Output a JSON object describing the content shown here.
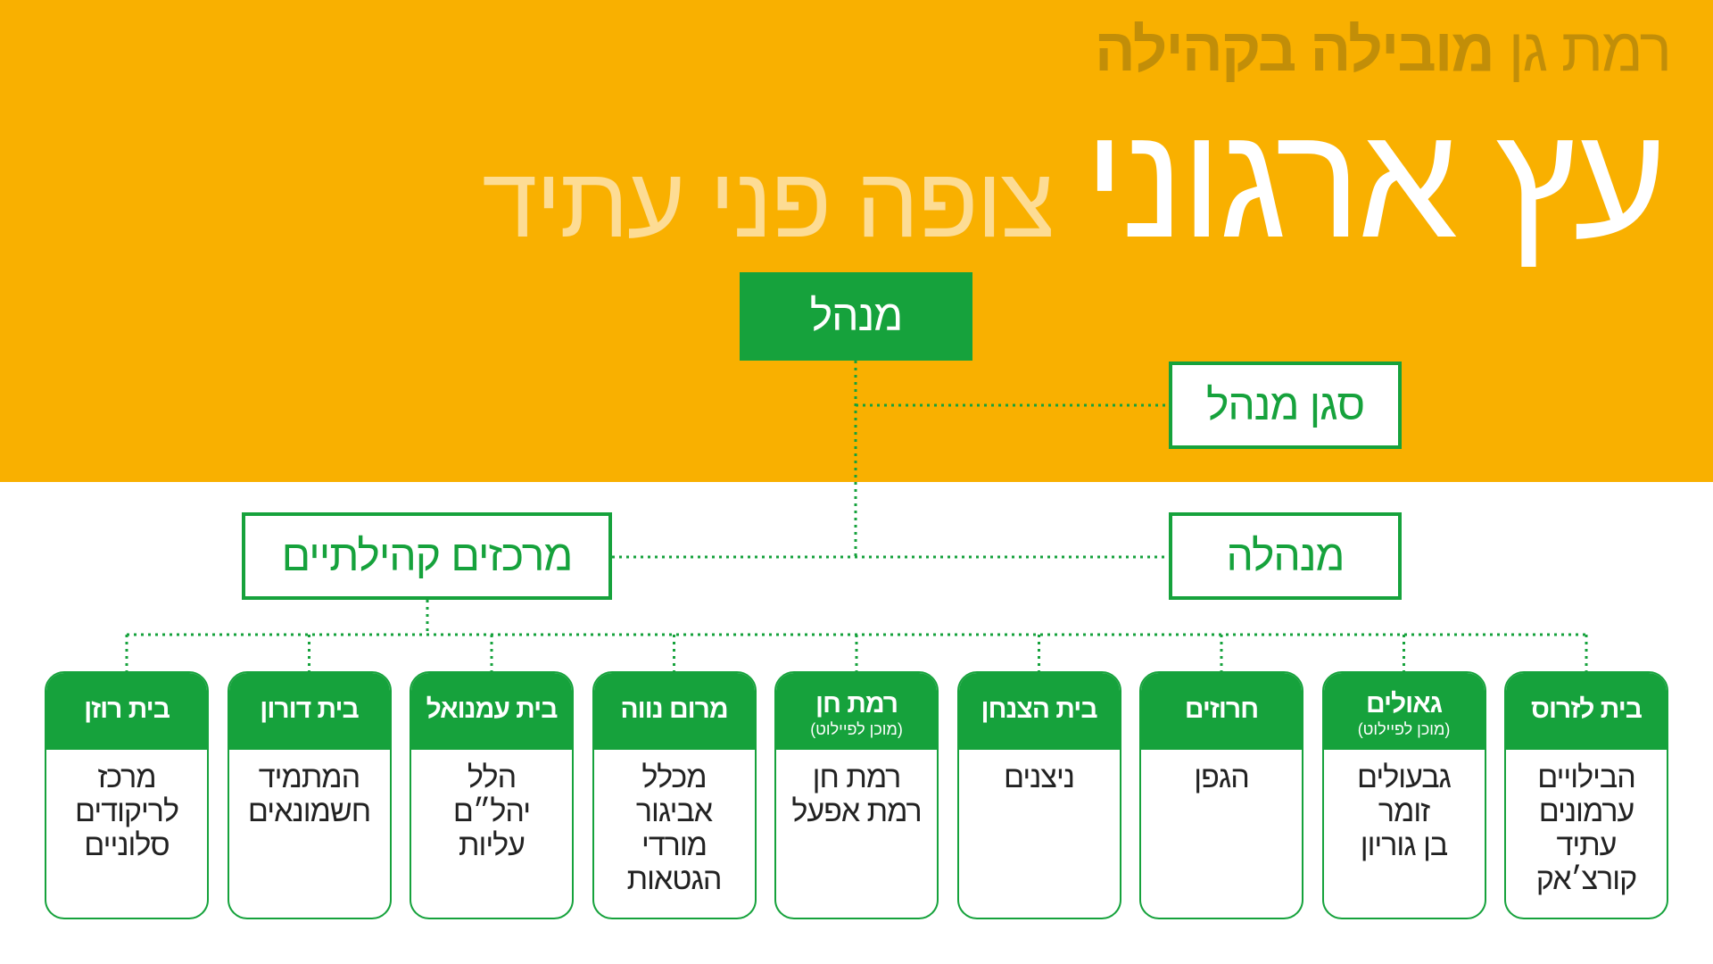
{
  "header": {
    "subtitle_light": "רמת גן",
    "subtitle_bold": "מובילה בקהילה",
    "title_main": "עץ ארגוני",
    "title_sub": "צופה פני עתיד"
  },
  "colors": {
    "band": "#F9B000",
    "green": "#16A23C"
  },
  "org": {
    "manager": "מנהל",
    "deputy": "סגן מנהל",
    "administration": "מנהלה",
    "community_centers": "מרכזים קהילתיים"
  },
  "centers": [
    {
      "name": "בית לזרוס",
      "note": "",
      "areas": [
        "הבילויים",
        "ערמונים",
        "עתיד",
        "קורצ׳אק"
      ]
    },
    {
      "name": "גאולים",
      "note": "(מוכן לפיילוט)",
      "areas": [
        "גבעולים",
        "זומר",
        "בן גוריון"
      ]
    },
    {
      "name": "חרוזים",
      "note": "",
      "areas": [
        "הגפן"
      ]
    },
    {
      "name": "בית הצנחן",
      "note": "",
      "areas": [
        "ניצנים"
      ]
    },
    {
      "name": "רמת חן",
      "note": "(מוכן לפיילוט)",
      "areas": [
        "רמת חן",
        "רמת אפעל"
      ]
    },
    {
      "name": "מרום נווה",
      "note": "",
      "areas": [
        "מכלל",
        "אביגור",
        "מורדי הגטאות"
      ]
    },
    {
      "name": "בית עמנואל",
      "note": "",
      "areas": [
        "הלל",
        "יהל״ם",
        "עליות"
      ]
    },
    {
      "name": "בית דורון",
      "note": "",
      "areas": [
        "המתמיד",
        "חשמונאים"
      ]
    },
    {
      "name": "בית רוזן",
      "note": "",
      "areas": [
        "מרכז",
        "לריקודים",
        "סלוניים"
      ]
    }
  ]
}
